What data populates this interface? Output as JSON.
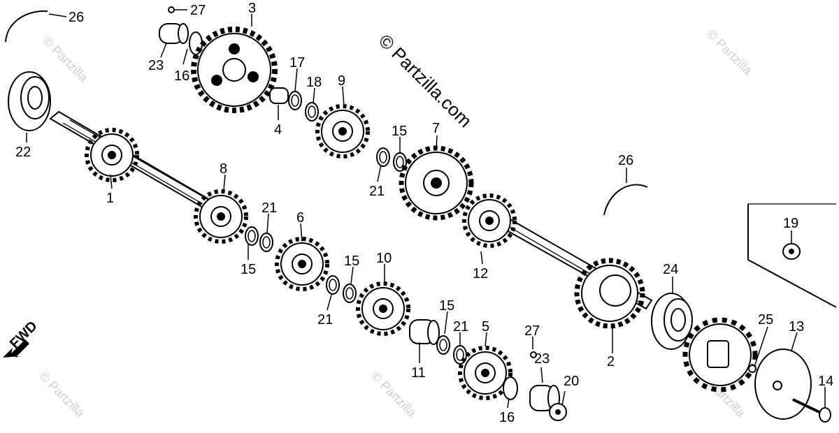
{
  "diagram": {
    "watermark_main": "© Partzilla.com",
    "watermark_small": "© Partzilla",
    "fwd_label": "FWD",
    "callouts": {
      "c1": "1",
      "c2": "2",
      "c3": "3",
      "c4": "4",
      "c5": "5",
      "c6": "6",
      "c7": "7",
      "c8": "8",
      "c9": "9",
      "c10": "10",
      "c11": "11",
      "c12": "12",
      "c13": "13",
      "c14": "14",
      "c15a": "15",
      "c15b": "15",
      "c15c": "15",
      "c15d": "15",
      "c16a": "16",
      "c16b": "16",
      "c17": "17",
      "c18": "18",
      "c19": "19",
      "c20": "20",
      "c21a": "21",
      "c21b": "21",
      "c21c": "21",
      "c21d": "21",
      "c22": "22",
      "c23a": "23",
      "c23b": "23",
      "c24": "24",
      "c25": "25",
      "c26a": "26",
      "c26b": "26",
      "c27a": "27",
      "c27b": "27"
    }
  }
}
